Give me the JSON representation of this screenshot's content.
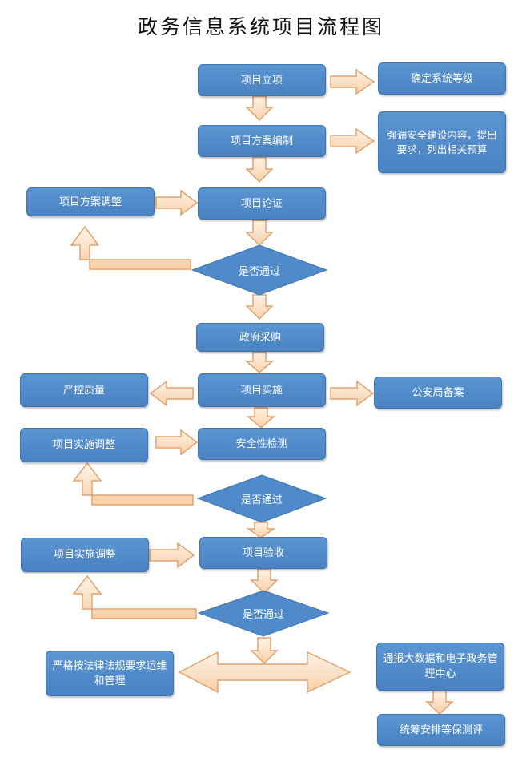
{
  "title": "政务信息系统项目流程图",
  "nodes": {
    "lixiang": "项目立项",
    "dengji": "确定系统等级",
    "bianzhi": "项目方案编制",
    "qiangdiao": "强调安全建设内容，提出要求，列出相关预算",
    "fangan_tiaozheng": "项目方案调整",
    "lunzheng": "项目论证",
    "decision1": "是否通过",
    "caigou": "政府采购",
    "yankong": "严控质量",
    "shishi": "项目实施",
    "gongan": "公安局备案",
    "shishi_tiaozheng1": "项目实施调整",
    "jiance": "安全性检测",
    "decision2": "是否通过",
    "shishi_tiaozheng2": "项目实施调整",
    "yanshou": "项目验收",
    "decision3": "是否通过",
    "yanwei": "严格按法律法规要求运维和管理",
    "tongbao": "通报大数据和电子政务管理中心",
    "tongchou": "统筹安排等保测评"
  },
  "colors": {
    "box": "#4f8acb",
    "arrow_fill": "#fbe0c6",
    "arrow_stroke": "#e2a46f"
  }
}
